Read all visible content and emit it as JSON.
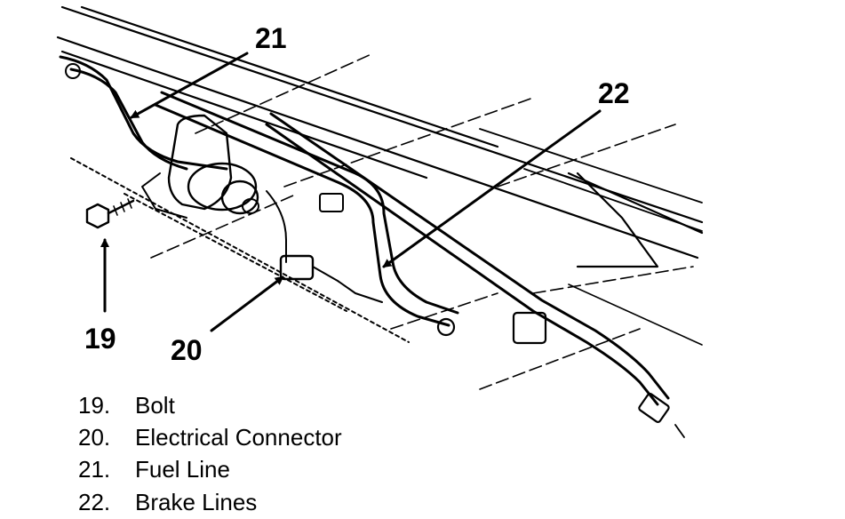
{
  "callouts": {
    "c19": "19",
    "c20": "20",
    "c21": "21",
    "c22": "22"
  },
  "legend": {
    "items": [
      {
        "number": "19.",
        "label": "Bolt"
      },
      {
        "number": "20.",
        "label": "Electrical Connector"
      },
      {
        "number": "21.",
        "label": "Fuel Line"
      },
      {
        "number": "22.",
        "label": "Brake Lines"
      }
    ]
  }
}
